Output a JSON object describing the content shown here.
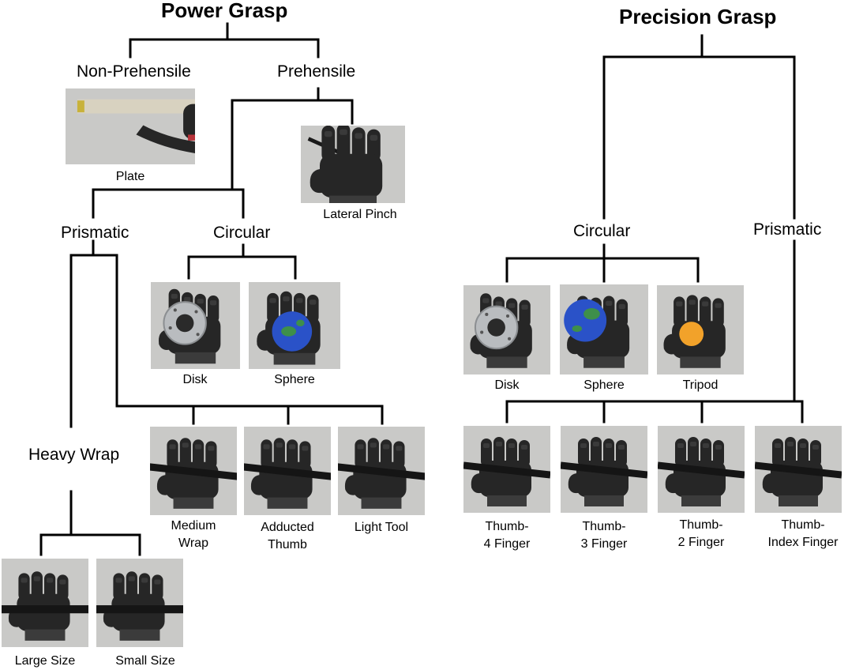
{
  "titles": {
    "power": "Power Grasp",
    "precision": "Precision Grasp"
  },
  "categories": {
    "non_prehensile": "Non-Prehensile",
    "prehensile": "Prehensile",
    "power_prismatic": "Prismatic",
    "power_circular": "Circular",
    "heavy_wrap": "Heavy Wrap",
    "precision_circular": "Circular",
    "precision_prismatic": "Prismatic"
  },
  "captions": {
    "plate": "Plate",
    "lateral_pinch": "Lateral Pinch",
    "power_disk": "Disk",
    "power_sphere": "Sphere",
    "medium_wrap": [
      "Medium",
      "Wrap"
    ],
    "adducted_thumb": [
      "Adducted",
      "Thumb"
    ],
    "light_tool": "Light Tool",
    "large_size": "Large Size",
    "small_size": "Small Size",
    "precision_disk": "Disk",
    "precision_sphere": "Sphere",
    "tripod": "Tripod",
    "thumb_4": [
      "Thumb-",
      "4 Finger"
    ],
    "thumb_3": [
      "Thumb-",
      "3 Finger"
    ],
    "thumb_2": [
      "Thumb-",
      "2 Finger"
    ],
    "thumb_index": [
      "Thumb-",
      "Index Finger"
    ]
  },
  "colors": {
    "line": "#000000",
    "photo_background": "#c9c9c7",
    "glove": "#262626",
    "sphere": "#2a52c8",
    "sphere_land": "#3e8f4a",
    "tripod_ball": "#f2a22a",
    "disk_metal": "#b9bcbf"
  }
}
